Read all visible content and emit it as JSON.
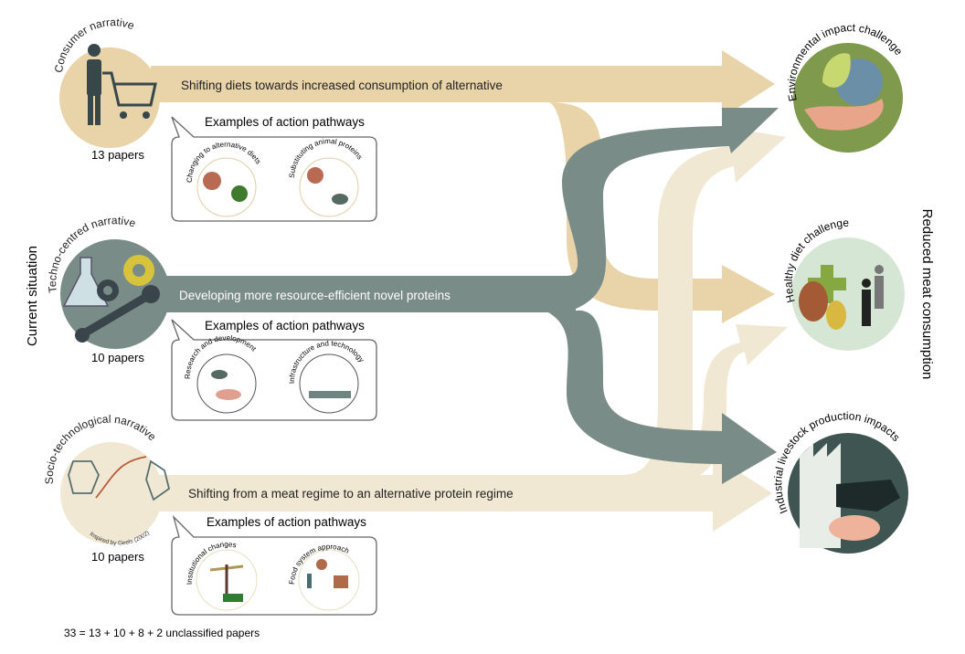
{
  "left_label": "Current situation",
  "right_label": "Reduced meat consumption",
  "narratives": [
    {
      "title": "Consumer narrative",
      "papers": "13 papers",
      "flow": "Shifting diets towards increased consumption of alternative",
      "examples_title": "Examples of action pathways",
      "examples": [
        "Changing to alternative diets",
        "Substituting animal proteins"
      ],
      "color": "#e9d3a8"
    },
    {
      "title": "Techno-centred narrative",
      "papers": "10 papers",
      "flow": "Developing more resource-efficient novel proteins",
      "examples_title": "Examples of action pathways",
      "examples": [
        "Research and development",
        "Infrastructure and technology"
      ],
      "color": "#7a8c88"
    },
    {
      "title": "Socio-technological narrative",
      "papers": "10 papers",
      "flow": "Shifting from a meat regime to an alternative protein regime",
      "examples_title": "Examples of action pathways",
      "examples": [
        "Institutional changes",
        "Food system approach"
      ],
      "credit": "Inspired by Geels (2002)",
      "color": "#f1e8d3"
    }
  ],
  "challenges": [
    {
      "title": "Environmental impact challenge",
      "color": "#7f9a4c"
    },
    {
      "title": "Healthy diet challenge",
      "color": "#d5e7d4"
    },
    {
      "title": "Industrial livestock production impacts",
      "color": "#3f5552"
    }
  ],
  "footnote": "33 = 13 + 10 + 8 + 2 unclassified papers"
}
